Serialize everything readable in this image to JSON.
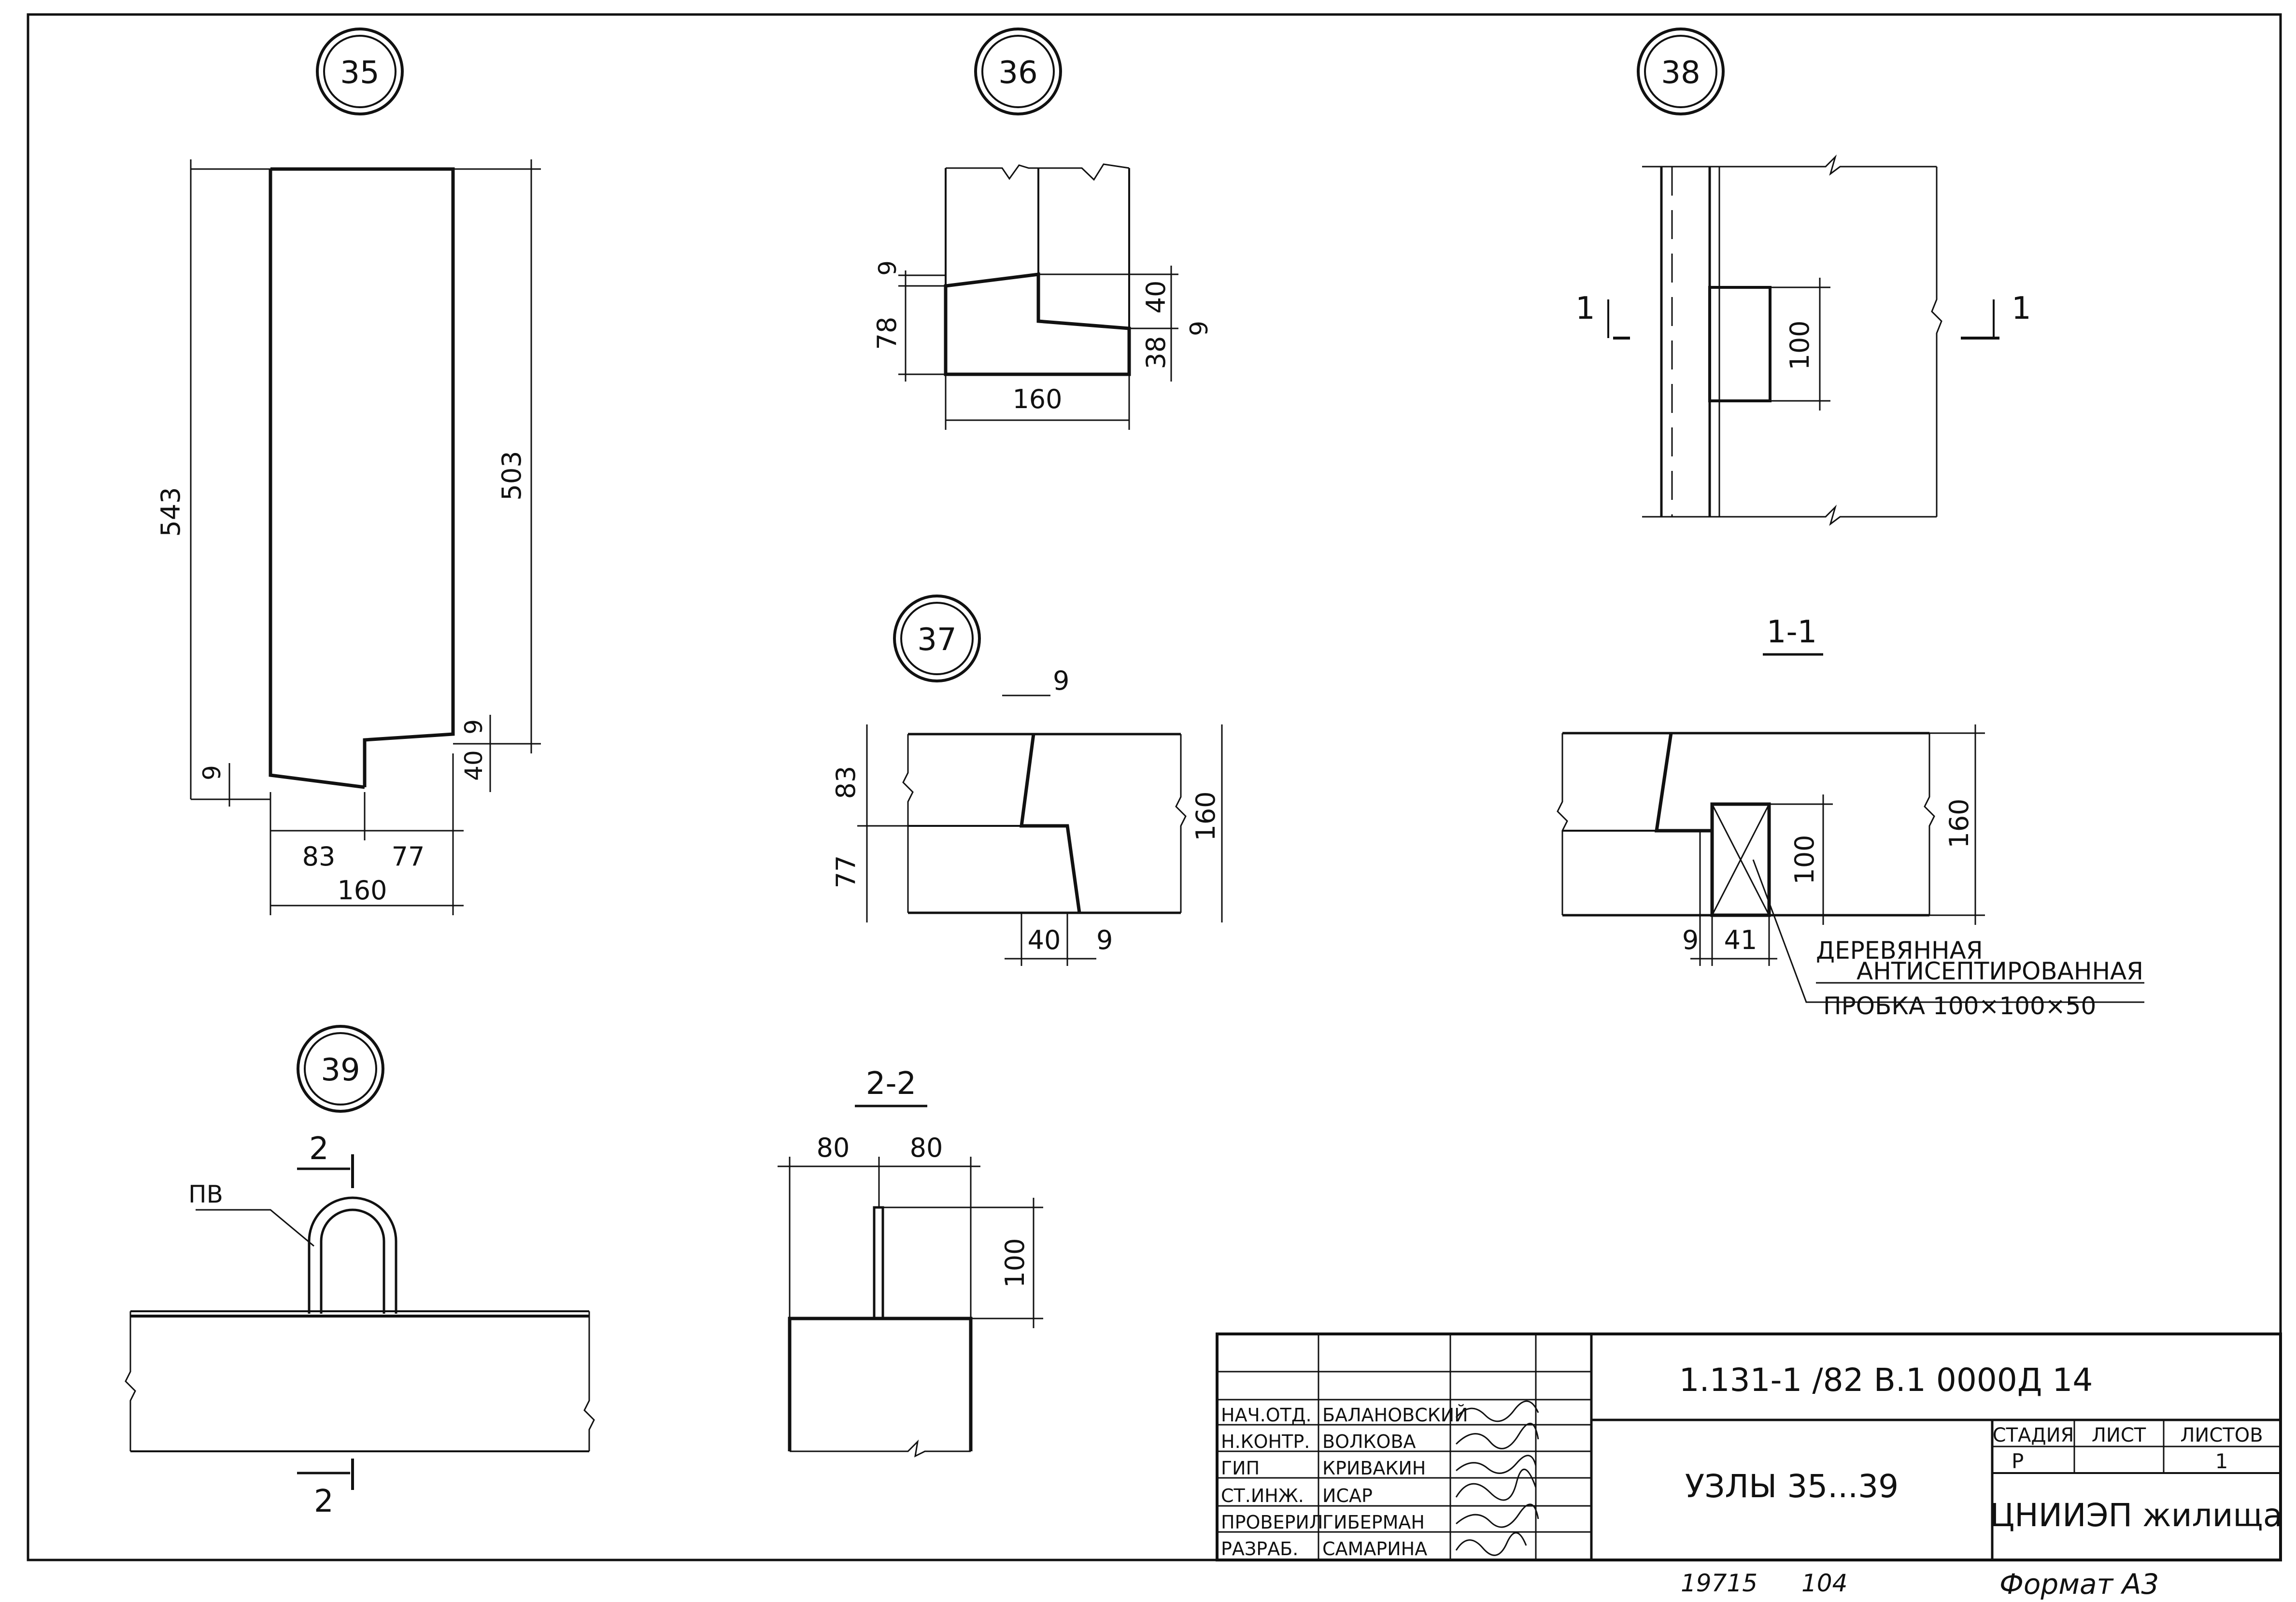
{
  "nodes": {
    "n35": {
      "label": "35"
    },
    "n36": {
      "label": "36"
    },
    "n37": {
      "label": "37"
    },
    "n38": {
      "label": "38"
    },
    "n39": {
      "label": "39"
    }
  },
  "sections": {
    "s11": "1-1",
    "s22": "2-2"
  },
  "dims": {
    "d35": {
      "h543": "543",
      "h503": "503",
      "d9a": "9",
      "d9b": "9",
      "d40": "40",
      "w83": "83",
      "w77": "77",
      "w160": "160"
    },
    "d36": {
      "d9a": "9",
      "d78": "78",
      "d40": "40",
      "d9b": "9",
      "d38": "38",
      "w160": "160"
    },
    "d37": {
      "d9top": "9",
      "d83": "83",
      "d77": "77",
      "d160": "160",
      "d40": "40",
      "d9b": "9"
    },
    "d38": {
      "d100": "100",
      "cutL": "1",
      "cutR": "1"
    },
    "d11": {
      "d160": "160",
      "d100": "100",
      "d9": "9",
      "d41": "41"
    },
    "d39": {
      "cut_top": "2",
      "cut_bottom": "2",
      "pv": "ПВ"
    },
    "d22": {
      "w80a": "80",
      "w80b": "80",
      "h100": "100"
    }
  },
  "note": {
    "line1": "ДЕРЕВЯННАЯ",
    "line2": "АНТИСЕПТИРОВАННАЯ",
    "line3": "ПРОБКА 100×100×50"
  },
  "title_block": {
    "code": "1.131-1 /82 В.1 0000Д 14",
    "title": "УЗЛЫ 35...39",
    "stage_h": "СТАДИЯ",
    "sheet_h": "ЛИСТ",
    "sheets_h": "ЛИСТОВ",
    "stage_v": "Р",
    "sheet_v": "",
    "sheets_v": "1",
    "org": "ЦНИИЭП жилища",
    "roles": [
      {
        "role": "НАЧ.ОТД.",
        "name": "БАЛАНОВСКИЙ"
      },
      {
        "role": "Н.КОНТР.",
        "name": "ВОЛКОВА"
      },
      {
        "role": "ГИП",
        "name": "КРИВАКИН"
      },
      {
        "role": "СТ.ИНЖ.",
        "name": "ИСАР"
      },
      {
        "role": "ПРОВЕРИЛ",
        "name": "ГИБЕРМАН"
      },
      {
        "role": "РАЗРАБ.",
        "name": "САМАРИНА"
      }
    ]
  },
  "footer": {
    "num": "19715",
    "page": "104",
    "format": "Формат А3"
  }
}
